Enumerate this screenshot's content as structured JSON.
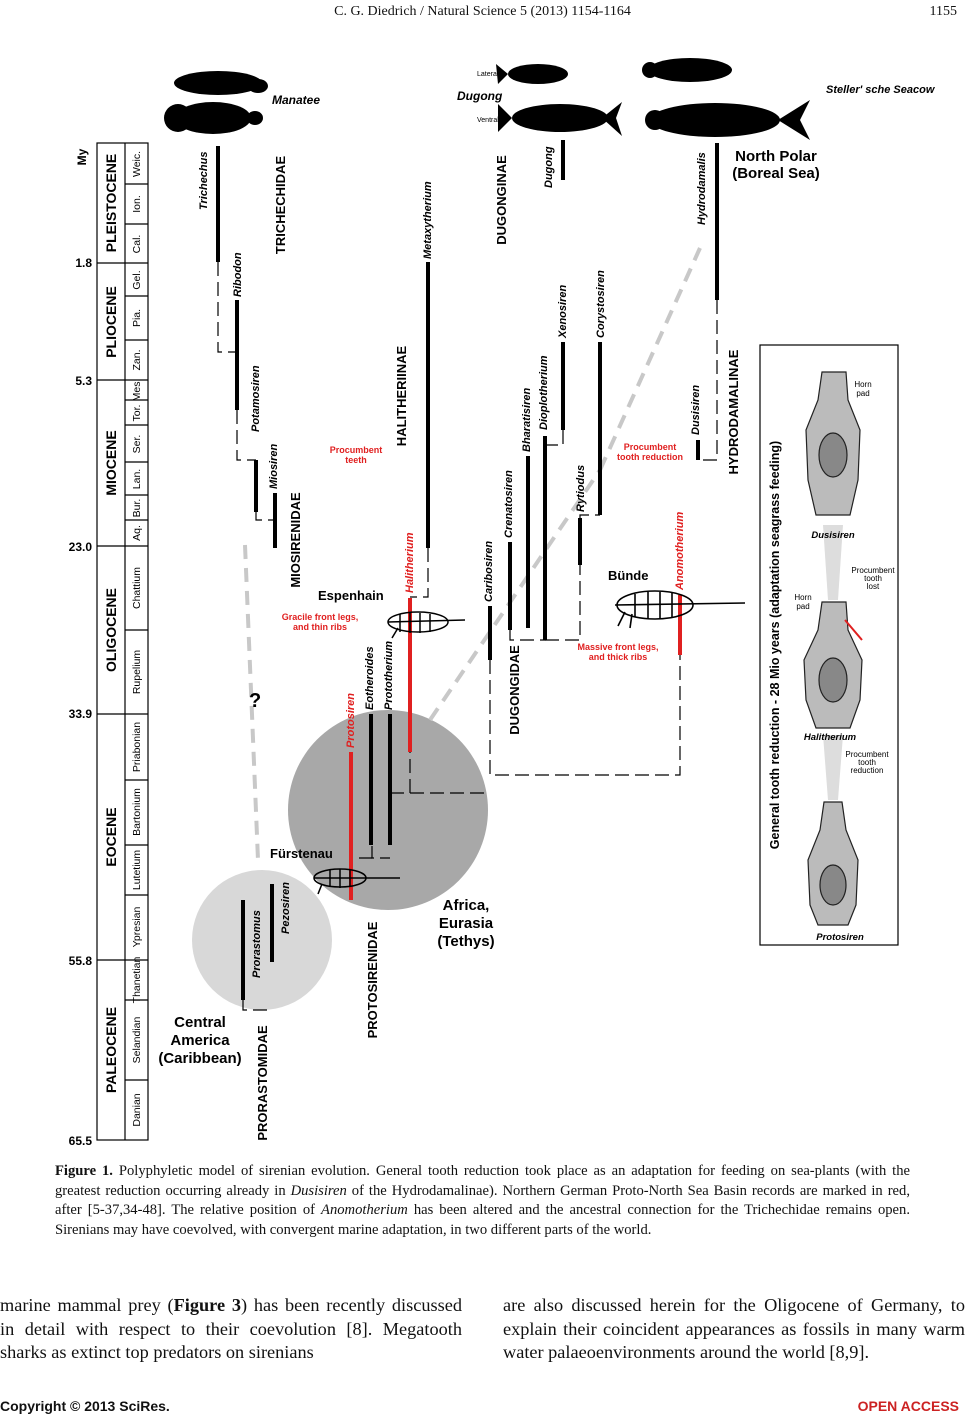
{
  "header": {
    "running_title": "C. G. Diedrich / Natural Science 5 (2013) 1154-1164",
    "page_number": "1155"
  },
  "figure": {
    "axis_unit": "My",
    "ages": [
      "1.8",
      "5.3",
      "23.0",
      "33.9",
      "55.8",
      "65.5"
    ],
    "epochs": [
      "PLEISTOCENE",
      "PLIOCENE",
      "MIOCENE",
      "OLIGOCENE",
      "EOCENE",
      "PALEOCENE"
    ],
    "stages": [
      "Weic.",
      "Ion.",
      "Cal.",
      "Gel.",
      "Pia.",
      "Zan.",
      "Mes.",
      "Tor.",
      "Ser.",
      "Lan.",
      "Bur.",
      "Aq.",
      "Chattium",
      "Rupelium",
      "Priabonian",
      "Bartonium",
      "Lutetium",
      "Ypresian",
      "Thanetian",
      "Selandian",
      "Danian"
    ],
    "animals": {
      "manatee": "Manatee",
      "dugong": "Dugong",
      "lateral": "Lateral",
      "ventral": "Ventral",
      "seacow": "Steller' sche Seacow"
    },
    "families": {
      "trichechidae": "TRICHECHIDAE",
      "miosirenidae": "MIOSIRENIDAE",
      "halitheriinae": "HALITHERIINAE",
      "dugonginae": "DUGONGINAE",
      "dugongidae": "DUGONGIDAE",
      "hydrodamalinae": "HYDRODAMALINAE",
      "protosirenidae": "PROTOSIRENIDAE",
      "prorastomidae": "PRORASTOMIDAE"
    },
    "taxa": {
      "trichechus": "Trichechus",
      "ribodon": "Ribodon",
      "potamosiren": "Potamosiren",
      "miosiren": "Miosiren",
      "metaxytherium": "Metaxytherium",
      "halitherium": "Halitherium",
      "protosiren": "Protosiren",
      "eotheroides": "Eotheroides",
      "prototherium": "Prototherium",
      "prorastomus": "Prorastomus",
      "pezosiren": "Pezosiren",
      "dugong": "Dugong",
      "xenosiren": "Xenosiren",
      "corystosiren": "Corystosiren",
      "bharatisiren": "Bharatisiren",
      "dioplotherium": "Dioplotherium",
      "crenatosiren": "Crenatosiren",
      "caribosiren": "Caribosiren",
      "rytiodus": "Rytiodus",
      "anomotherium": "Anomotherium",
      "hydrodamalis": "Hydrodamalis",
      "dusisiren": "Dusisiren"
    },
    "regions": {
      "north_polar_1": "North Polar",
      "north_polar_2": "(Boreal Sea)",
      "africa_1": "Africa,",
      "africa_2": "Eurasia",
      "africa_3": "(Tethys)",
      "central_1": "Central",
      "central_2": "America",
      "central_3": "(Caribbean)"
    },
    "localities": {
      "espenhain": "Espenhain",
      "bunde": "Bünde",
      "furstenau": "Fürstenau"
    },
    "notes": {
      "procumbent_1": "Procumbent",
      "procumbent_teeth": "teeth",
      "tooth_red_1": "Procumbent",
      "tooth_red_2": "tooth reduction",
      "gracile_1": "Gracile front legs,",
      "gracile_2": "and thin ribs",
      "massive_1": "Massive front legs,",
      "massive_2": "and thick ribs",
      "question": "?"
    },
    "panel": {
      "title": "General tooth reduction - 28 Mio years (adaptation seagrass feeding)",
      "horn_1": "Horn",
      "horn_2": "pad",
      "dusisiren": "Dusisiren",
      "lost_1": "Procumbent",
      "lost_2": "tooth",
      "lost_3": "lost",
      "horn2_1": "Horn",
      "horn2_2": "pad",
      "halitherium": "Halitherium",
      "red_1": "Procumbent",
      "red_2": "tooth",
      "red_3": "reduction",
      "protosiren": "Protosiren"
    },
    "colors": {
      "red": "#e02020",
      "grey_large": "#a8a8a8",
      "grey_small": "#d8d8d8",
      "dash_grey": "#c8c8c8"
    }
  },
  "caption": {
    "label": "Figure 1.",
    "p1": " Polyphyletic model of sirenian evolution. General tooth reduction took place as an adaptation for feeding on sea-plants (with the greatest reduction occurring already in ",
    "i1": "Dusisiren",
    "p2": " of the Hydrodamalinae). Northern German Proto-North Sea Basin records are marked in red, after [5-37,34-48]. The relative position of ",
    "i2": "Anomotherium",
    "p3": " has been altered and the ancestral connection for the Trichechidae remains open. Sirenians may have coevolved, with convergent marine adaptation, in two different parts of the world."
  },
  "body": {
    "left_a": "marine mammal prey (",
    "left_b": "Figure 3",
    "left_c": ") has been recently discussed in detail with respect to their coevolution [8]. Megatooth sharks as extinct top predators on sirenians",
    "right": "are also discussed herein for the Oligocene of Germany, to explain their coincident appearances as fossils in many warm water palaeoenvironments around the world [8,9]."
  },
  "footer": {
    "copyright": "Copyright © 2013 SciRes.",
    "open_access": "OPEN ACCESS"
  }
}
